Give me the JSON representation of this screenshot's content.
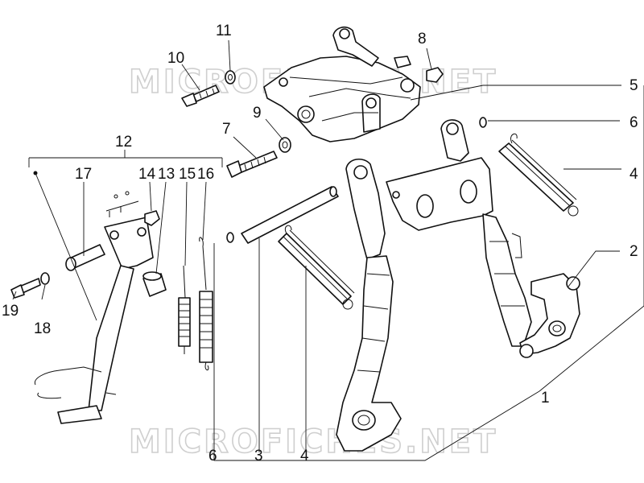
{
  "watermark": "MICROFICHES.NET",
  "callouts": {
    "c1": "1",
    "c2": "2",
    "c3": "3",
    "c4a": "4",
    "c4b": "4",
    "c5": "5",
    "c6a": "6",
    "c6b": "6",
    "c7": "7",
    "c8": "8",
    "c9": "9",
    "c10": "10",
    "c11": "11",
    "c12": "12",
    "c13": "13",
    "c14": "14",
    "c15": "15",
    "c16": "16",
    "c17": "17",
    "c18": "18",
    "c19": "19"
  },
  "colors": {
    "line": "#111111",
    "watermark": "#cfcfcf",
    "background": "#ffffff"
  }
}
